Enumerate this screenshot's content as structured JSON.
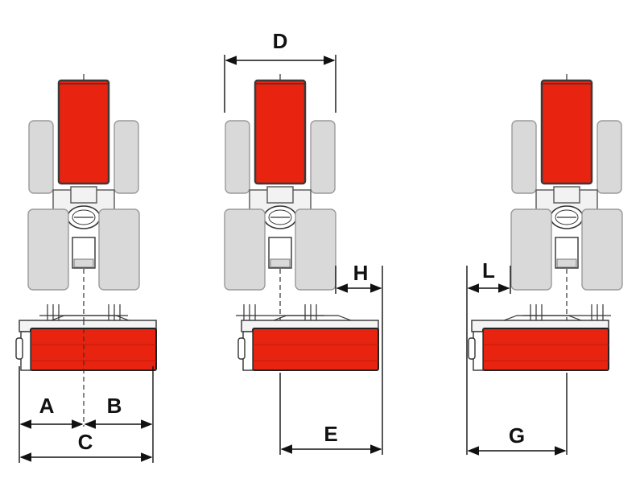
{
  "diagram": {
    "labels": {
      "A": "A",
      "B": "B",
      "C": "C",
      "D": "D",
      "E": "E",
      "G": "G",
      "H": "H",
      "L": "L"
    },
    "colors": {
      "hood": "#e8230f",
      "mower": "#e8230f",
      "tyre": "#d9d9d9",
      "outline": "#333333"
    },
    "views": [
      {
        "id": "centered",
        "dimensions": [
          "A",
          "B",
          "C"
        ]
      },
      {
        "id": "offset-right",
        "dimensions": [
          "D",
          "H",
          "E"
        ]
      },
      {
        "id": "offset-left",
        "dimensions": [
          "L",
          "G"
        ]
      }
    ]
  }
}
